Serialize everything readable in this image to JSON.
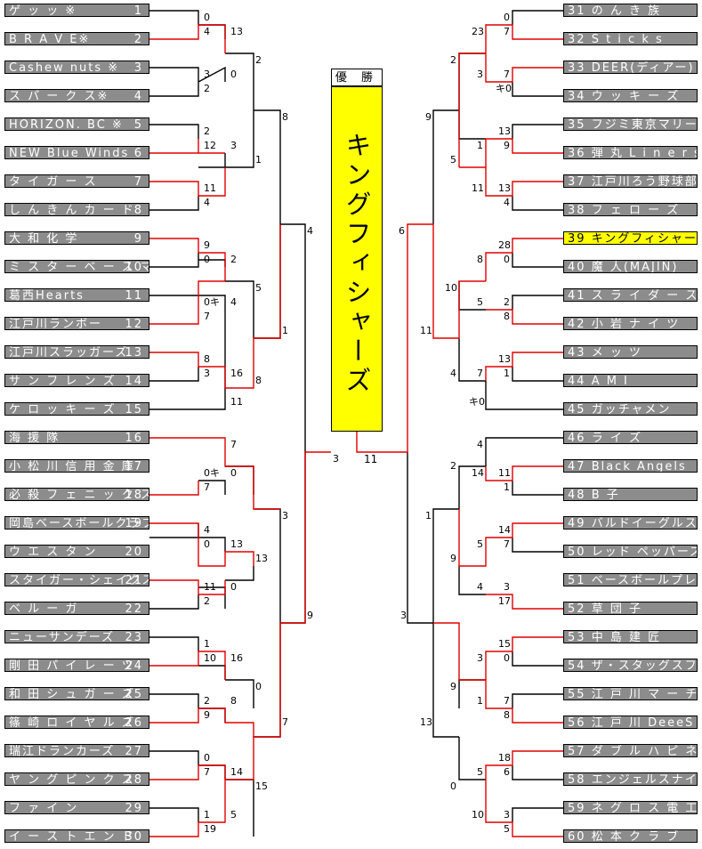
{
  "champion_header": "優 勝",
  "champion_name": "キングフィシャーズ",
  "left_teams": [
    {
      "name": "ゲ ッ ッ ※",
      "num": "1"
    },
    {
      "name": "B R A V E※",
      "num": "2"
    },
    {
      "name": "Cashew nuts ※",
      "num": "3"
    },
    {
      "name": "ス パ ー ク ス※",
      "num": "4"
    },
    {
      "name": "HORIZON. BC ※",
      "num": "5"
    },
    {
      "name": "NEW Blue Winds",
      "num": "6"
    },
    {
      "name": "タ イ ガ ー ス",
      "num": "7"
    },
    {
      "name": "し ん き ん カ ー ド",
      "num": "8"
    },
    {
      "name": "大 和 化 学",
      "num": "9"
    },
    {
      "name": "ミ ス タ ー ベ ー ス マ ン",
      "num": "10"
    },
    {
      "name": "葛西Hearts",
      "num": "11"
    },
    {
      "name": "江戸川ランボー",
      "num": "12"
    },
    {
      "name": "江戸川スラッガーズ",
      "num": "13"
    },
    {
      "name": "サ ン フ レ ン ズ",
      "num": "14"
    },
    {
      "name": "ケ ロ ッ キ ー ズ",
      "num": "15"
    },
    {
      "name": "海 援 隊",
      "num": "16"
    },
    {
      "name": "小 松 川 信 用 金 庫",
      "num": "17"
    },
    {
      "name": "必 殺 フ ェ ニ ッ ク ス",
      "num": "18"
    },
    {
      "name": "岡島ベースボールクラブ",
      "num": "19"
    },
    {
      "name": "ウ エ ス タ ン",
      "num": "20"
    },
    {
      "name": "スタイガー・シェイクス",
      "num": "21"
    },
    {
      "name": "ベ ル ー ガ",
      "num": "22"
    },
    {
      "name": "ニューサンデーズ",
      "num": "23"
    },
    {
      "name": "剛 田 パ イ レ ー ツ",
      "num": "24"
    },
    {
      "name": "和 田 シ ュ ガ ー ズ",
      "num": "25"
    },
    {
      "name": "篠 崎 ロ イ ヤ ル ズ",
      "num": "26"
    },
    {
      "name": "瑞江ドランカーズ",
      "num": "27"
    },
    {
      "name": "ヤ ン グ ピ ン ク ス",
      "num": "28"
    },
    {
      "name": "フ ァ イ ン",
      "num": "29"
    },
    {
      "name": "イ ー ス ト エ ン ド",
      "num": "30"
    }
  ],
  "right_teams": [
    {
      "num": "31",
      "name": "の ん き 族"
    },
    {
      "num": "32",
      "name": "S t i c k s"
    },
    {
      "num": "33",
      "name": "DEER(ディアー)"
    },
    {
      "num": "34",
      "name": "ウ ッ キ ー ズ"
    },
    {
      "num": "35",
      "name": "フジミ東京マリーンズ"
    },
    {
      "num": "36",
      "name": "弾 丸 L i n e r s"
    },
    {
      "num": "37",
      "name": "江戸川ろう野球部"
    },
    {
      "num": "38",
      "name": "フ ェ ロ ー ズ"
    },
    {
      "num": "39",
      "name": "キングフィシャーズ"
    },
    {
      "num": "40",
      "name": "魔 人(MAJIN)"
    },
    {
      "num": "41",
      "name": "ス ラ イ ダ ー ス"
    },
    {
      "num": "42",
      "name": "小 岩 ナ イ ツ"
    },
    {
      "num": "43",
      "name": "メ ッ ツ"
    },
    {
      "num": "44",
      "name": "A M I"
    },
    {
      "num": "45",
      "name": "ガッチャメン"
    },
    {
      "num": "46",
      "name": "ラ イ ズ"
    },
    {
      "num": "47",
      "name": "Black Angels"
    },
    {
      "num": "48",
      "name": "B 子"
    },
    {
      "num": "49",
      "name": "バルドイーグルス"
    },
    {
      "num": "50",
      "name": "レッド ペッパーズ"
    },
    {
      "num": "51",
      "name": "ベースボールプレイヤーズ"
    },
    {
      "num": "52",
      "name": "草 団 子"
    },
    {
      "num": "53",
      "name": "中 島 建 匠"
    },
    {
      "num": "54",
      "name": "ザ・スタッグスファーム"
    },
    {
      "num": "55",
      "name": "江 戸 川 マ ー チ ス"
    },
    {
      "num": "56",
      "name": "江 戸 川 DeeeS"
    },
    {
      "num": "57",
      "name": "ダ ブ ル ハ ピ ネ ス"
    },
    {
      "num": "58",
      "name": "エンジェルスナイン"
    },
    {
      "num": "59",
      "name": "ネ グ ロ ス 電 工 Ⅱ"
    },
    {
      "num": "60",
      "name": "松 本 ク ラ ブ"
    }
  ],
  "winner_team_num": "39",
  "scores": {
    "s1": "0",
    "s2": "4",
    "s3": "13",
    "s4": "3",
    "s5": "0",
    "s6": "2",
    "s7": "2",
    "s8": "2",
    "s9": "12",
    "s10": "3",
    "s11": "11",
    "s12": "4",
    "s13": "1",
    "s14": "8",
    "s15": "9",
    "s16": "0",
    "s17": "2",
    "s18": "0キ",
    "s19": "4",
    "s20": "7",
    "s21": "5",
    "s22": "8",
    "s23": "3",
    "s24": "16",
    "s25": "1",
    "s26": "8",
    "s27": "11",
    "s28": "4",
    "s29": "7",
    "s30": "0キ",
    "s31": "0",
    "s32": "7",
    "s33": "4",
    "s34": "0",
    "s35": "13",
    "s36": "3",
    "s37": "11",
    "s38": "2",
    "s39": "0",
    "s40": "13",
    "s41": "1",
    "s42": "10",
    "s43": "16",
    "s44": "2",
    "s45": "9",
    "s46": "8",
    "s47": "0",
    "s48": "0",
    "s49": "7",
    "s50": "14",
    "s51": "1",
    "s52": "19",
    "s53": "5",
    "s54": "15",
    "s55": "7",
    "s56": "9",
    "s57": "3",
    "s58": "11",
    "r1": "0",
    "r2": "7",
    "r3": "23",
    "r4": "7",
    "r5": "キ0",
    "r6": "3",
    "r7": "2",
    "r8": "13",
    "r9": "9",
    "r10": "1",
    "r11": "13",
    "r12": "4",
    "r13": "11",
    "r14": "5",
    "r15": "9",
    "r16": "28",
    "r17": "0",
    "r18": "8",
    "r19": "2",
    "r20": "8",
    "r21": "5",
    "r22": "10",
    "r23": "13",
    "r24": "1",
    "r25": "7",
    "r26": "キ0",
    "r27": "4",
    "r28": "11",
    "r29": "6",
    "r30": "4",
    "r31": "11",
    "r32": "1",
    "r33": "14",
    "r34": "2",
    "r35": "14",
    "r36": "7",
    "r37": "5",
    "r38": "3",
    "r39": "17",
    "r40": "4",
    "r41": "9",
    "r42": "1",
    "r43": "15",
    "r44": "0",
    "r45": "3",
    "r46": "7",
    "r47": "8",
    "r48": "1",
    "r49": "9",
    "r50": "18",
    "r51": "6",
    "r52": "5",
    "r53": "3",
    "r54": "5",
    "r55": "10",
    "r56": "0",
    "r57": "13",
    "r58": "3"
  },
  "colors": {
    "win_line": "#e00000",
    "lose_line": "#000000",
    "team_bg": "#8c8c8c",
    "winner_bg": "#ffff00"
  }
}
